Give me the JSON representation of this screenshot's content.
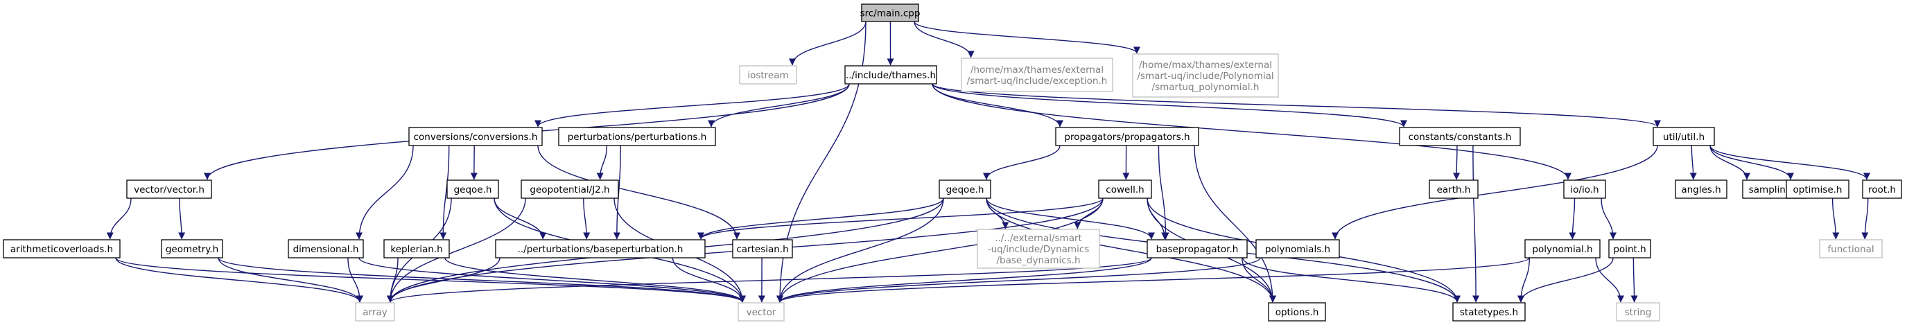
{
  "colors": {
    "root_fill": "#bfbfbf",
    "node_stroke": "#000000",
    "system_stroke": "#bfbfbf",
    "system_text": "#7f7f7f",
    "node_text": "#000000",
    "edge": "#191970"
  },
  "nodes": [
    {
      "id": "main",
      "lines": [
        "src/main.cpp"
      ],
      "kind": "root"
    },
    {
      "id": "iostream",
      "lines": [
        "iostream"
      ],
      "kind": "system"
    },
    {
      "id": "thames",
      "lines": [
        "../include/thames.h"
      ],
      "kind": "file"
    },
    {
      "id": "exception",
      "lines": [
        "/home/max/thames/external",
        "/smart-uq/include/exception.h"
      ],
      "kind": "system"
    },
    {
      "id": "smartuq_poly",
      "lines": [
        "/home/max/thames/external",
        "/smart-uq/include/Polynomial",
        "/smartuq_polynomial.h"
      ],
      "kind": "system"
    },
    {
      "id": "conversions",
      "lines": [
        "conversions/conversions.h"
      ],
      "kind": "file"
    },
    {
      "id": "perturbations",
      "lines": [
        "perturbations/perturbations.h"
      ],
      "kind": "file"
    },
    {
      "id": "propagators",
      "lines": [
        "propagators/propagators.h"
      ],
      "kind": "file"
    },
    {
      "id": "constants",
      "lines": [
        "constants/constants.h"
      ],
      "kind": "file"
    },
    {
      "id": "util",
      "lines": [
        "util/util.h"
      ],
      "kind": "file"
    },
    {
      "id": "vectorh",
      "lines": [
        "vector/vector.h"
      ],
      "kind": "file"
    },
    {
      "id": "geqoe1",
      "lines": [
        "geqoe.h"
      ],
      "kind": "file"
    },
    {
      "id": "j2",
      "lines": [
        "geopotential/J2.h"
      ],
      "kind": "file"
    },
    {
      "id": "geqoe2",
      "lines": [
        "geqoe.h"
      ],
      "kind": "file"
    },
    {
      "id": "cowell",
      "lines": [
        "cowell.h"
      ],
      "kind": "file"
    },
    {
      "id": "earth",
      "lines": [
        "earth.h"
      ],
      "kind": "file"
    },
    {
      "id": "io",
      "lines": [
        "io/io.h"
      ],
      "kind": "file"
    },
    {
      "id": "angles",
      "lines": [
        "angles.h"
      ],
      "kind": "file"
    },
    {
      "id": "sampling",
      "lines": [
        "sampling.h"
      ],
      "kind": "file"
    },
    {
      "id": "optimise",
      "lines": [
        "optimise.h"
      ],
      "kind": "file"
    },
    {
      "id": "root",
      "lines": [
        "root.h"
      ],
      "kind": "file"
    },
    {
      "id": "arithmetic",
      "lines": [
        "arithmeticoverloads.h"
      ],
      "kind": "file"
    },
    {
      "id": "geometry",
      "lines": [
        "geometry.h"
      ],
      "kind": "file"
    },
    {
      "id": "dimensional",
      "lines": [
        "dimensional.h"
      ],
      "kind": "file"
    },
    {
      "id": "keplerian",
      "lines": [
        "keplerian.h"
      ],
      "kind": "file"
    },
    {
      "id": "basepert",
      "lines": [
        "../perturbations/baseperturbation.h"
      ],
      "kind": "file"
    },
    {
      "id": "cartesian",
      "lines": [
        "cartesian.h"
      ],
      "kind": "file"
    },
    {
      "id": "base_dyn",
      "lines": [
        "../../external/smart",
        "-uq/include/Dynamics",
        "/base_dynamics.h"
      ],
      "kind": "system"
    },
    {
      "id": "baseprop",
      "lines": [
        "basepropagator.h"
      ],
      "kind": "file"
    },
    {
      "id": "polynomials",
      "lines": [
        "polynomials.h"
      ],
      "kind": "file"
    },
    {
      "id": "polynomial",
      "lines": [
        "polynomial.h"
      ],
      "kind": "file"
    },
    {
      "id": "point",
      "lines": [
        "point.h"
      ],
      "kind": "file"
    },
    {
      "id": "functional",
      "lines": [
        "functional"
      ],
      "kind": "system"
    },
    {
      "id": "array",
      "lines": [
        "array"
      ],
      "kind": "system"
    },
    {
      "id": "vector",
      "lines": [
        "vector"
      ],
      "kind": "system"
    },
    {
      "id": "options",
      "lines": [
        "options.h"
      ],
      "kind": "file"
    },
    {
      "id": "statetypes",
      "lines": [
        "statetypes.h"
      ],
      "kind": "file"
    },
    {
      "id": "string",
      "lines": [
        "string"
      ],
      "kind": "system"
    }
  ],
  "edges": [
    [
      "main",
      "iostream"
    ],
    [
      "main",
      "thames"
    ],
    [
      "main",
      "exception"
    ],
    [
      "main",
      "smartuq_poly"
    ],
    [
      "main",
      "vector"
    ],
    [
      "thames",
      "conversions"
    ],
    [
      "thames",
      "perturbations"
    ],
    [
      "thames",
      "propagators"
    ],
    [
      "thames",
      "constants"
    ],
    [
      "thames",
      "util"
    ],
    [
      "thames",
      "vectorh"
    ],
    [
      "thames",
      "io"
    ],
    [
      "conversions",
      "geqoe1"
    ],
    [
      "conversions",
      "dimensional"
    ],
    [
      "conversions",
      "keplerian"
    ],
    [
      "conversions",
      "cartesian"
    ],
    [
      "perturbations",
      "j2"
    ],
    [
      "perturbations",
      "basepert"
    ],
    [
      "propagators",
      "geqoe2"
    ],
    [
      "propagators",
      "cowell"
    ],
    [
      "propagators",
      "baseprop"
    ],
    [
      "propagators",
      "options"
    ],
    [
      "constants",
      "earth"
    ],
    [
      "constants",
      "statetypes"
    ],
    [
      "util",
      "angles"
    ],
    [
      "util",
      "sampling"
    ],
    [
      "util",
      "optimise"
    ],
    [
      "util",
      "root"
    ],
    [
      "util",
      "polynomials"
    ],
    [
      "vectorh",
      "arithmetic"
    ],
    [
      "vectorh",
      "geometry"
    ],
    [
      "geqoe1",
      "basepert"
    ],
    [
      "geqoe1",
      "array"
    ],
    [
      "geqoe1",
      "vector"
    ],
    [
      "j2",
      "basepert"
    ],
    [
      "j2",
      "array"
    ],
    [
      "j2",
      "vector"
    ],
    [
      "geqoe2",
      "basepert"
    ],
    [
      "geqoe2",
      "base_dyn"
    ],
    [
      "geqoe2",
      "baseprop"
    ],
    [
      "geqoe2",
      "array"
    ],
    [
      "geqoe2",
      "vector"
    ],
    [
      "geqoe2",
      "options"
    ],
    [
      "geqoe2",
      "statetypes"
    ],
    [
      "cowell",
      "basepert"
    ],
    [
      "cowell",
      "base_dyn"
    ],
    [
      "cowell",
      "baseprop"
    ],
    [
      "cowell",
      "array"
    ],
    [
      "cowell",
      "vector"
    ],
    [
      "cowell",
      "options"
    ],
    [
      "cowell",
      "statetypes"
    ],
    [
      "io",
      "polynomial"
    ],
    [
      "io",
      "point"
    ],
    [
      "optimise",
      "functional"
    ],
    [
      "root",
      "functional"
    ],
    [
      "arithmetic",
      "array"
    ],
    [
      "arithmetic",
      "vector"
    ],
    [
      "geometry",
      "array"
    ],
    [
      "geometry",
      "vector"
    ],
    [
      "dimensional",
      "array"
    ],
    [
      "dimensional",
      "vector"
    ],
    [
      "keplerian",
      "array"
    ],
    [
      "keplerian",
      "vector"
    ],
    [
      "basepert",
      "array"
    ],
    [
      "basepert",
      "vector"
    ],
    [
      "cartesian",
      "vector"
    ],
    [
      "baseprop",
      "array"
    ],
    [
      "baseprop",
      "vector"
    ],
    [
      "baseprop",
      "options"
    ],
    [
      "baseprop",
      "statetypes"
    ],
    [
      "polynomials",
      "vector"
    ],
    [
      "polynomial",
      "vector"
    ],
    [
      "polynomial",
      "statetypes"
    ],
    [
      "polynomial",
      "string"
    ],
    [
      "point",
      "string"
    ],
    [
      "point",
      "statetypes"
    ]
  ]
}
